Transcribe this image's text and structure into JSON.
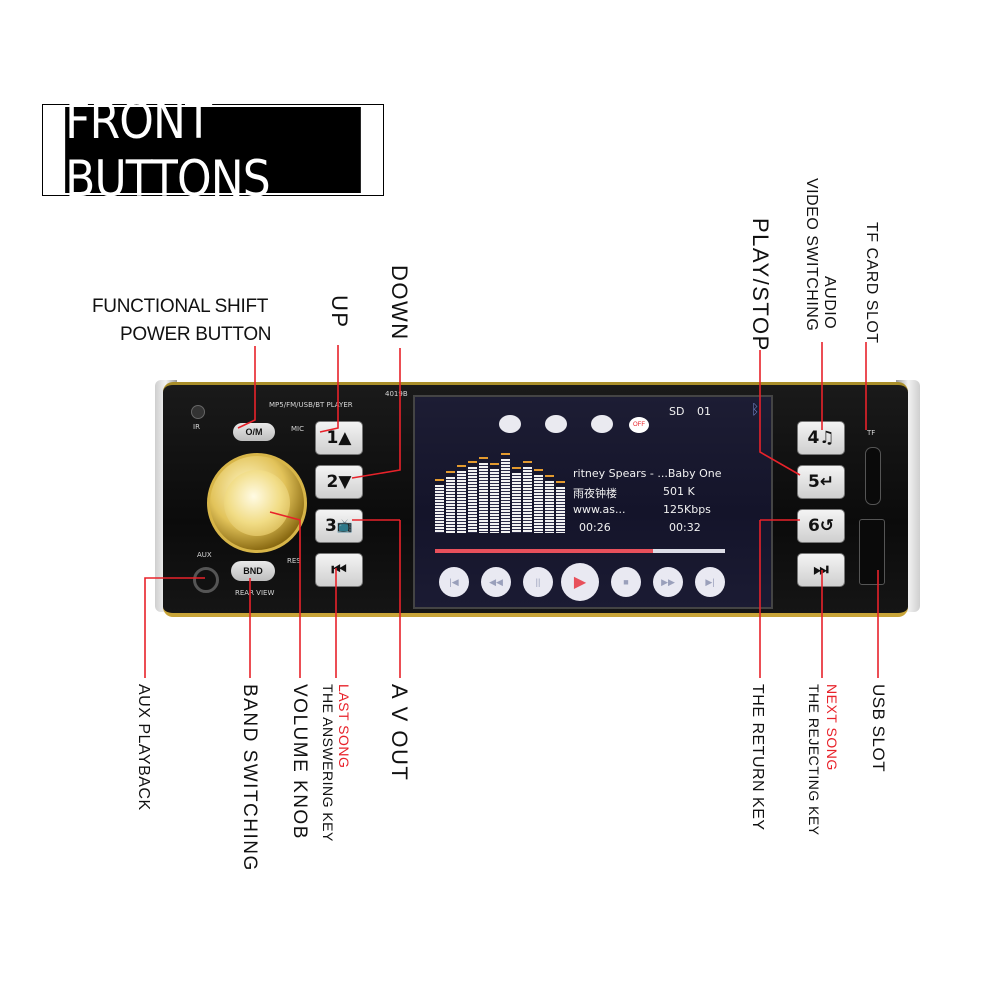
{
  "title": "FRONT BUTTONS",
  "labels": {
    "functional_shift": "FUNCTIONAL SHIFT",
    "power_button": "POWER BUTTON",
    "up": "UP",
    "down": "DOWN",
    "play_stop": "PLAY/STOP",
    "audio": "AUDIO",
    "video_switching": "VIDEO SWITCHING",
    "tf_card_slot": "TF CARD SLOT",
    "aux_playback": "AUX PLAYBACK",
    "band_switching": "BAND SWITCHING",
    "volume_knob": "VOLUME KNOB",
    "last_song": "LAST SONG",
    "answering_key": "THE ANSWERING KEY",
    "av_out": "A V OUT",
    "return_key": "THE RETURN KEY",
    "next_song": "NEXT SONG",
    "rejecting_key": "THE REJECTING KEY",
    "usb_slot": "USB SLOT"
  },
  "device": {
    "model": "4019B",
    "subtitle": "MP5/FM/USB/BT PLAYER",
    "ir": "IR",
    "mic": "MIC",
    "aux": "AUX",
    "res": "RES",
    "rear_view": "REAR VIEW",
    "tf": "TF",
    "om_button": "O/M",
    "bnd_button": "BND",
    "buttons_left": [
      "1▲",
      "2▼",
      "3",
      "⏮"
    ],
    "buttons_right": [
      "4♫",
      "5↵",
      "6↺",
      "⏭"
    ]
  },
  "screen": {
    "status": [
      "SD",
      "01"
    ],
    "off_badge": "OFF",
    "artist_title": "ritney Spears - ...Baby One",
    "album": "雨夜钟楼",
    "size": "501 K",
    "source": "www.as...",
    "bitrate": "125Kbps",
    "elapsed": "00:26",
    "total": "00:32",
    "progress": 0.75
  },
  "colors": {
    "accent_red": "#e8222a",
    "gold": "#c8a438"
  }
}
